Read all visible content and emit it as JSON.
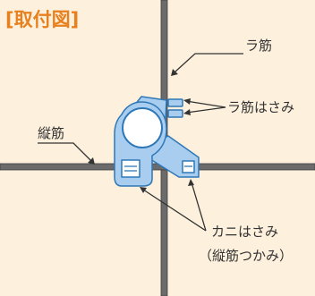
{
  "title": "[取付図]",
  "labels": {
    "ra_kin": "ラ筋",
    "ra_kin_hasami": "ラ筋はさみ",
    "tate_kin": "縦筋",
    "kani_hasami_1": "カニはさみ",
    "kani_hasami_2": "（縦筋つかみ）"
  },
  "colors": {
    "background": "#fdf0dd",
    "title": "#e8801e",
    "rebar": "#6b6b6b",
    "rebar_edge": "#3f3f3f",
    "clip_fill": "#a9cdee",
    "clip_stroke": "#2f78b8",
    "text": "#333333"
  }
}
